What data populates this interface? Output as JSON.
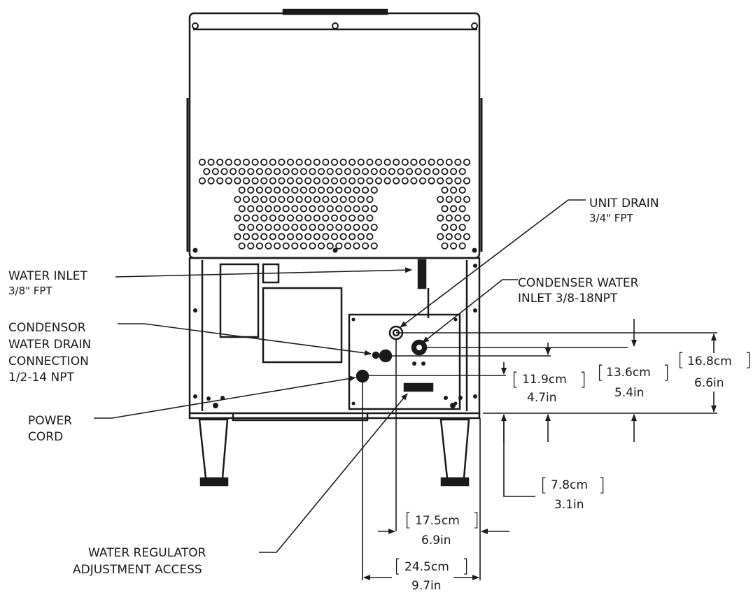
{
  "callouts": {
    "unit_drain": {
      "line1": "UNIT DRAIN",
      "line2": "3/4\" FPT"
    },
    "condenser_water_inlet": {
      "line1": "CONDENSER WATER",
      "line2": "INLET 3/8-18NPT"
    },
    "water_inlet": {
      "line1": "WATER INLET",
      "line2": "3/8\" FPT"
    },
    "condensor_water_drain": {
      "line1": "CONDENSOR",
      "line2": "WATER DRAIN",
      "line3": "CONNECTION",
      "line4": "1/2-14 NPT"
    },
    "power_cord": {
      "line1": "POWER",
      "line2": "CORD"
    },
    "water_regulator": {
      "line1": "WATER REGULATOR",
      "line2": "ADJUSTMENT ACCESS"
    }
  },
  "dimensions": {
    "d1": {
      "metric": "11.9cm",
      "imperial": "4.7in"
    },
    "d2": {
      "metric": "13.6cm",
      "imperial": "5.4in"
    },
    "d3": {
      "metric": "16.8cm",
      "imperial": "6.6in"
    },
    "d4": {
      "metric": "7.8cm",
      "imperial": "3.1in"
    },
    "d5": {
      "metric": "17.5cm",
      "imperial": "6.9in"
    },
    "d6": {
      "metric": "24.5cm",
      "imperial": "9.7in"
    }
  },
  "brackets": {
    "open": "[",
    "close": "]"
  }
}
